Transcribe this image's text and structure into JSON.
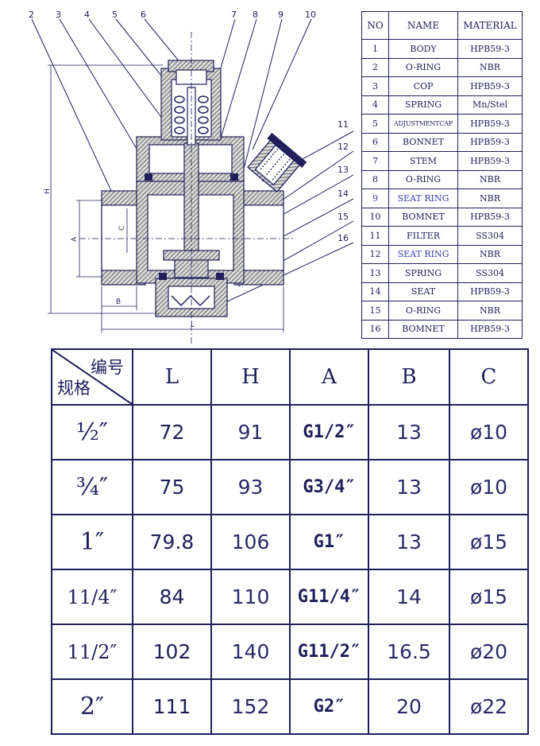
{
  "callouts": [
    "2",
    "3",
    "4",
    "5",
    "6",
    "7",
    "8",
    "9",
    "10",
    "11",
    "12",
    "13",
    "14",
    "15",
    "16"
  ],
  "dimension_labels": {
    "h": "H",
    "a": "A",
    "c": "C",
    "b": "B",
    "l": "L"
  },
  "parts_table": {
    "headers": [
      "NO",
      "NAME",
      "MATERIAL"
    ],
    "rows": [
      {
        "no": "1",
        "name": "BODY",
        "material": "HPB59-3"
      },
      {
        "no": "2",
        "name": "O-RING",
        "material": "NBR"
      },
      {
        "no": "3",
        "name": "COP",
        "material": "HPB59-3"
      },
      {
        "no": "4",
        "name": "SPRING",
        "material": "Mn/Stel"
      },
      {
        "no": "5",
        "name": "ADJUSTMENTCAP",
        "material": "HPB59-3"
      },
      {
        "no": "6",
        "name": "BONNET",
        "material": "HPB59-3"
      },
      {
        "no": "7",
        "name": "STEM",
        "material": "HPB59-3"
      },
      {
        "no": "8",
        "name": "O-RING",
        "material": "NBR"
      },
      {
        "no": "9",
        "name": "SEAT RING",
        "material": "NBR"
      },
      {
        "no": "10",
        "name": "BOMNET",
        "material": "HPB59-3"
      },
      {
        "no": "11",
        "name": "FILTER",
        "material": "SS304"
      },
      {
        "no": "12",
        "name": "SEAT RING",
        "material": "NBR"
      },
      {
        "no": "13",
        "name": "SPRING",
        "material": "SS304"
      },
      {
        "no": "14",
        "name": "SEAT",
        "material": "HPB59-3"
      },
      {
        "no": "15",
        "name": "O-RING",
        "material": "NBR"
      },
      {
        "no": "16",
        "name": "BOMNET",
        "material": "HPB59-3"
      }
    ]
  },
  "spec_table": {
    "corner_top": "编号",
    "corner_bottom": "规格",
    "headers": [
      "L",
      "H",
      "A",
      "B",
      "C"
    ],
    "rows": [
      {
        "size": "½″",
        "L": "72",
        "H": "91",
        "A": "G1/2″",
        "B": "13",
        "C": "ø10"
      },
      {
        "size": "¾″",
        "L": "75",
        "H": "93",
        "A": "G3/4″",
        "B": "13",
        "C": "ø10"
      },
      {
        "size": "1″",
        "L": "79.8",
        "H": "106",
        "A": "G1″",
        "B": "13",
        "C": "ø15"
      },
      {
        "size": "11/4″",
        "L": "84",
        "H": "110",
        "A": "G11/4″",
        "B": "14",
        "C": "ø15"
      },
      {
        "size": "11/2″",
        "L": "102",
        "H": "140",
        "A": "G11/2″",
        "B": "16.5",
        "C": "ø20"
      },
      {
        "size": "2″",
        "L": "111",
        "H": "152",
        "A": "G2″",
        "B": "20",
        "C": "ø22"
      }
    ]
  },
  "colors": {
    "ink": "#1f1f5c",
    "accent": "#3a3ab0",
    "hatch": "#555555"
  }
}
